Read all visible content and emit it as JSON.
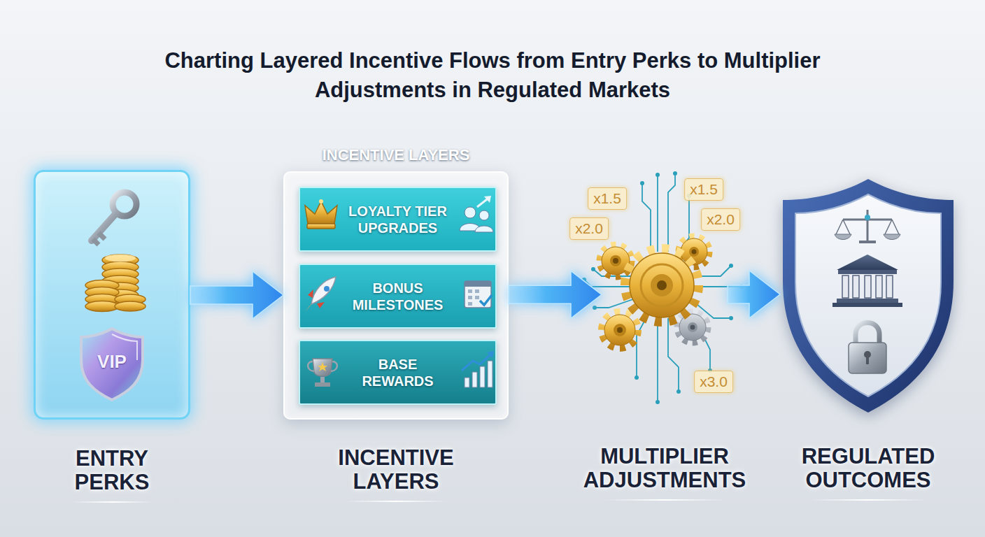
{
  "diagram": {
    "title": "Charting Layered Incentive Flows from Entry Perks to Multiplier Adjustments in Regulated Markets",
    "nodes": [
      {
        "text": [
          "ENTRY PERKS"
        ]
      },
      {
        "text": [
          "INCENTIVE LAYERS",
          "INCENTIVE LAYERS"
        ]
      },
      {
        "text": [
          "LOYALTY TIER UPGRADES"
        ],
        "in": 1
      },
      {
        "text": [
          "BONUS MILESTONES"
        ],
        "in": 1
      },
      {
        "text": [
          "BASE REWARDS"
        ],
        "in": 1
      },
      {
        "text": [
          "MULTIPLIER ADJUSTMENTS"
        ]
      },
      {
        "text": [
          "REGULATED OUTCOMES"
        ]
      }
    ],
    "edges": [
      {
        "from": 0,
        "to": 1,
        "arrow": "to"
      },
      {
        "from": 1,
        "to": 5,
        "arrow": "to"
      },
      {
        "from": 5,
        "to": 6,
        "arrow": "to"
      }
    ],
    "labels": [
      "VIP",
      "x1.5",
      "x1.5",
      "x2.0",
      "x2.0",
      "x3.0"
    ]
  }
}
